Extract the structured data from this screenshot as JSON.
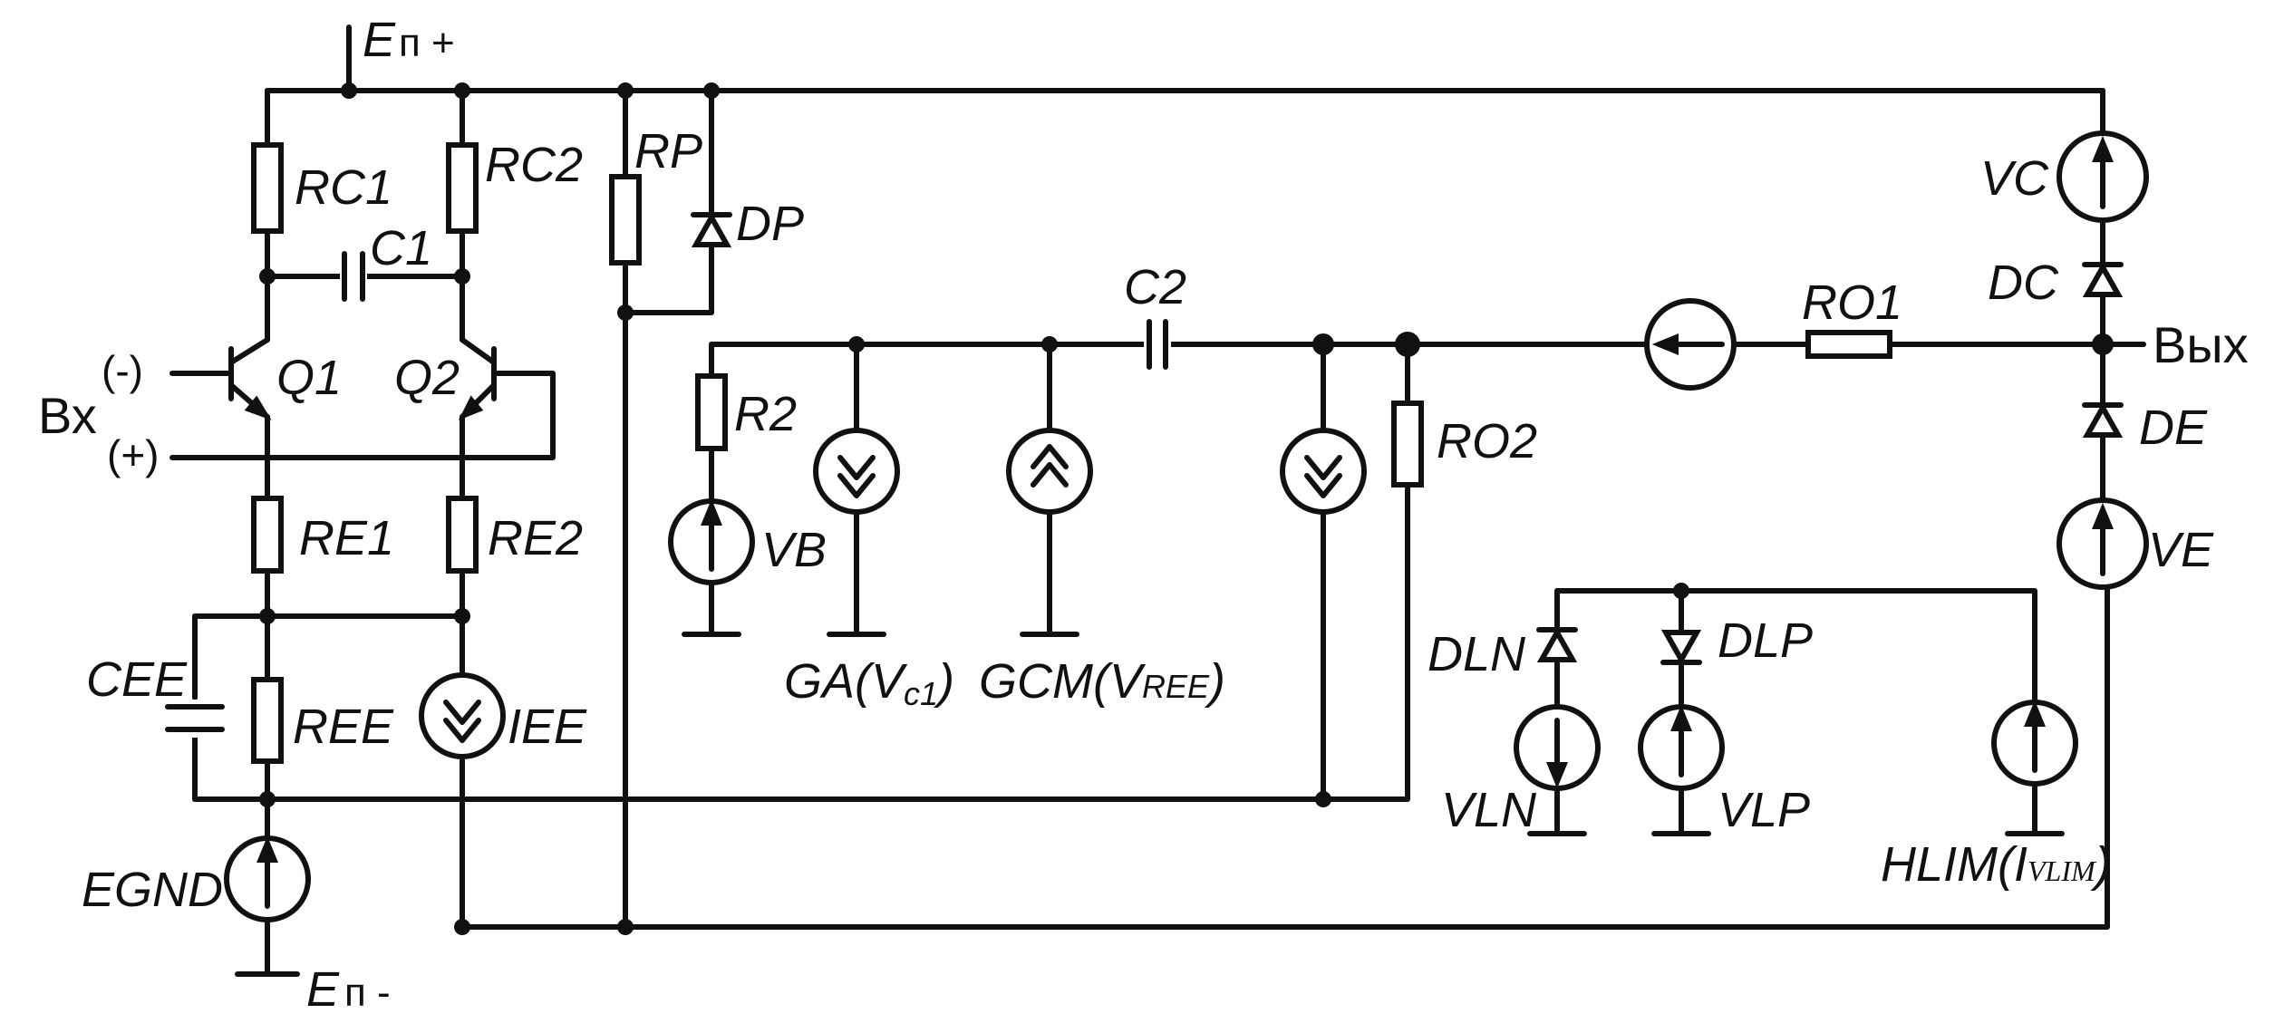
{
  "labels": {
    "en_plus": "E",
    "en_plus_sub": "п +",
    "en_minus": "E",
    "en_minus_sub": "п -",
    "rc1": "RC1",
    "rc2": "RC2",
    "c1": "C1",
    "rp": "RP",
    "dp": "DP",
    "q1": "Q1",
    "q2": "Q2",
    "vx": "Вх",
    "minus": "(-)",
    "plus": "(+)",
    "re1": "RE1",
    "re2": "RE2",
    "cee": "CEE",
    "ree": "REE",
    "iee": "IEE",
    "egnd": "EGND",
    "c2": "C2",
    "r2": "R2",
    "vb": "VB",
    "ga_prefix": "GA(V",
    "ga_sub": "c1",
    "ga_suffix": ")",
    "gcm_prefix": "GCM(V",
    "gcm_sub": "REE",
    "gcm_suffix": ")",
    "ro2": "RO2",
    "ro1": "RO1",
    "vc": "VC",
    "dc": "DC",
    "vyx": "Вых",
    "de": "DE",
    "ve": "VE",
    "dln": "DLN",
    "dlp": "DLP",
    "vln": "VLN",
    "vlp": "VLP",
    "hlim_prefix": "HLIM(I",
    "hlim_sub": "VLIM",
    "hlim_suffix": ")"
  }
}
